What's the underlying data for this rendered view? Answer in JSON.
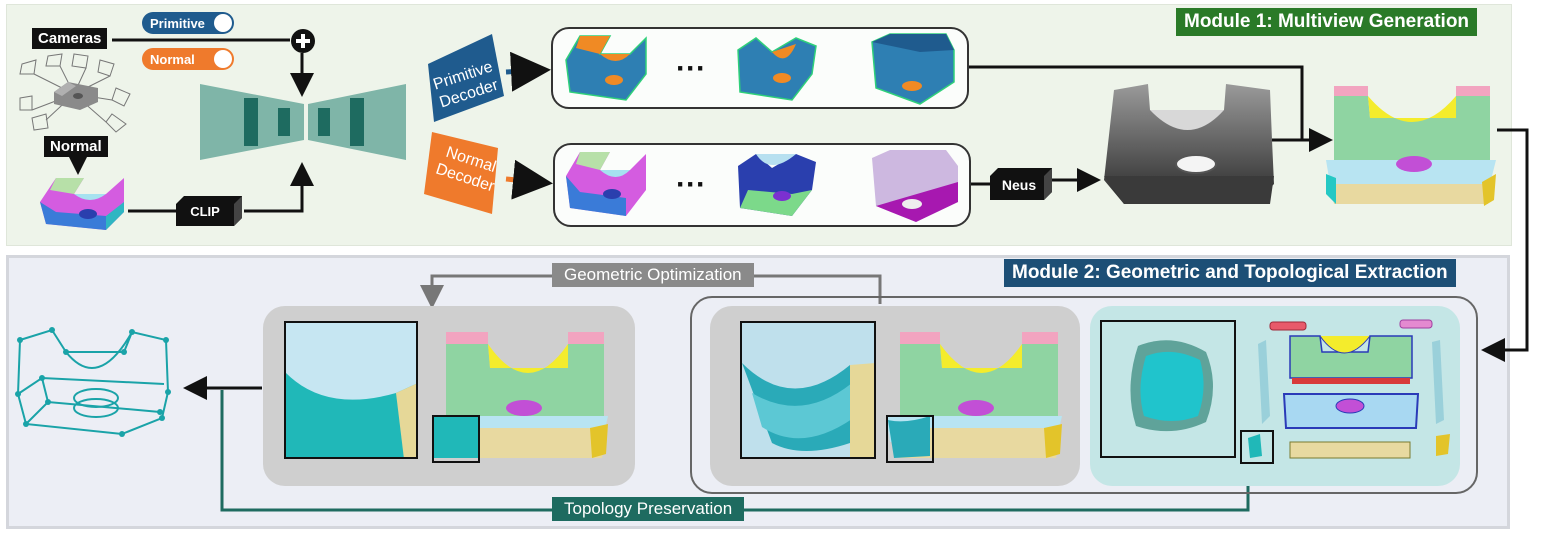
{
  "module1": {
    "title": "Module 1: Multiview Generation"
  },
  "module2": {
    "title": "Module 2: Geometric and Topological Extraction"
  },
  "inputs": {
    "cameras": "Cameras",
    "normal": "Normal",
    "clip": "CLIP",
    "toggle_primitive": "Primitive",
    "toggle_normal": "Normal"
  },
  "decoders": {
    "primitive": [
      "Primitive",
      "Decoder"
    ],
    "normal": [
      "Normal",
      "Decoder"
    ]
  },
  "neus": "Neus",
  "ellipsis": "···",
  "loops": {
    "geometric_optimization": "Geometric Optimization",
    "topology_preservation": "Topology Preservation"
  },
  "colors": {
    "module1_bg": "#eef4ea",
    "module1_label": "#2a7a28",
    "module2_label": "#1d4f76",
    "primitive_blue": "#1f5b8e",
    "normal_orange": "#ef7a2c",
    "unet": "#7fb5a8",
    "topology_green": "#1e6b60",
    "wire_cyan": "#1aa3a8"
  }
}
